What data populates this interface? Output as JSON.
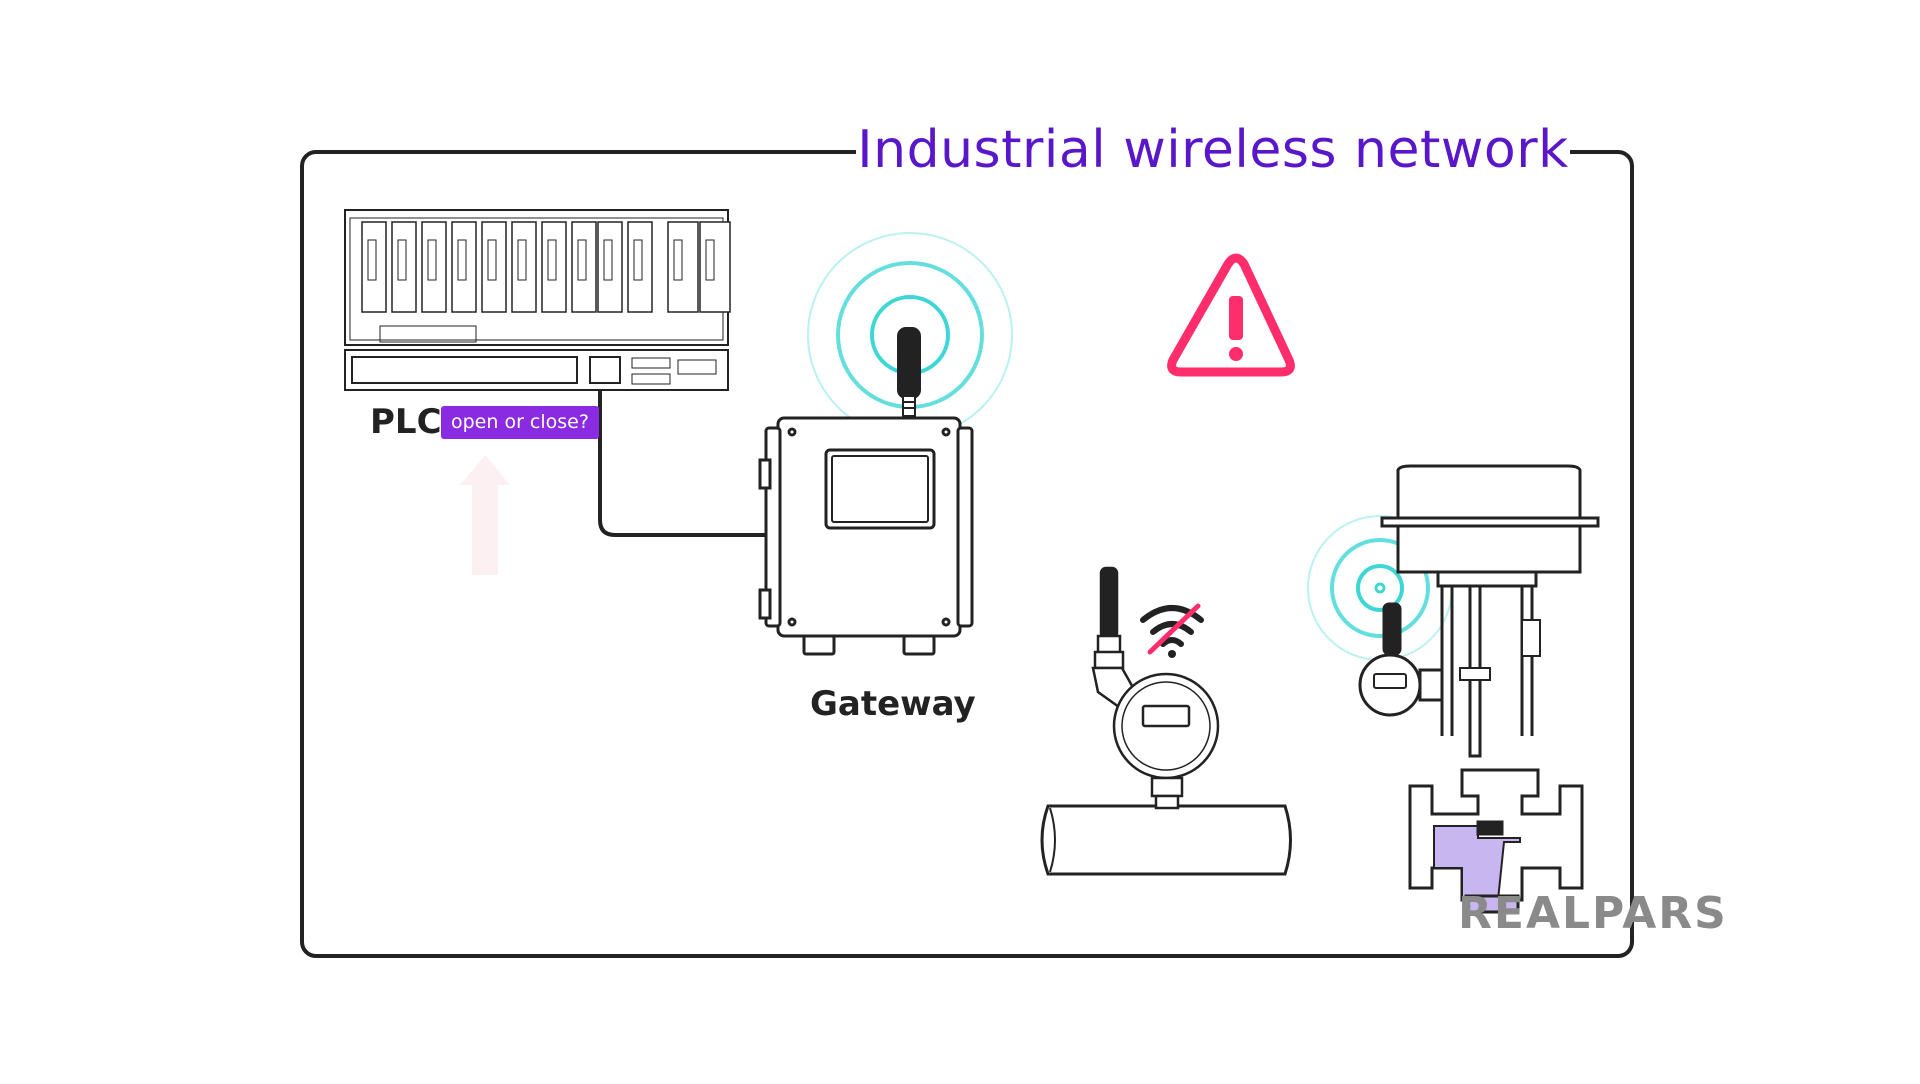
{
  "diagram": {
    "title": "Industrial wireless network",
    "nodes": {
      "plc": {
        "label": "PLC",
        "badge": "open or close?"
      },
      "gateway": {
        "label": "Gateway"
      },
      "transmitter": {
        "signal": "no-wifi"
      },
      "valve": {}
    },
    "edges": [
      {
        "from": "plc",
        "to": "gateway",
        "type": "wired"
      }
    ]
  },
  "icons": [
    "warning-icon",
    "wifi-off-icon",
    "signal-rings-icon"
  ],
  "brand": {
    "logo_text": "REALPARS"
  },
  "colors": {
    "title": "#5a17c9",
    "badge": "#8a2be2",
    "warning": "#ff2d6b",
    "signal": "#3fd6d6",
    "valve_fill": "#c7b6f0",
    "logo": "#8a8a8a"
  }
}
